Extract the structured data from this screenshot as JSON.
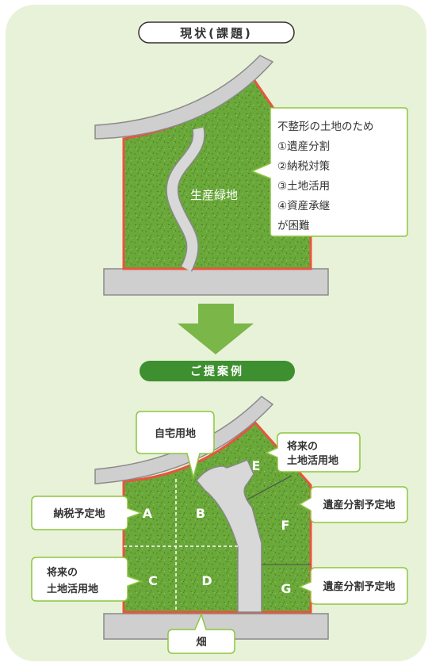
{
  "header": {
    "title": "現状(課題)"
  },
  "current": {
    "center_label": "生産緑地",
    "callout_lines": [
      "不整形の土地のため",
      "①遺産分割",
      "②納税対策",
      "③土地活用",
      "④資産承継",
      "が困難"
    ]
  },
  "proposal": {
    "title": "ご提案例",
    "plots": {
      "A": "A",
      "B": "B",
      "C": "C",
      "D": "D",
      "E": "E",
      "F": "F",
      "G": "G"
    },
    "labels": {
      "home": "自宅用地",
      "tax": "納税予定地",
      "future_c": [
        "将来の",
        "土地活用地"
      ],
      "future_e": [
        "将来の",
        "土地活用地"
      ],
      "inherit_f": "遺産分割予定地",
      "inherit_g": "遺産分割予定地",
      "field": "畑"
    }
  },
  "colors": {
    "panel_bg": "#e8f2d8",
    "green": "#6aa83a",
    "dark_green": "#3e8f2f",
    "border_red": "#e8553e",
    "road_gray": "#cfcfcf",
    "callout_border": "#8cc63f"
  }
}
